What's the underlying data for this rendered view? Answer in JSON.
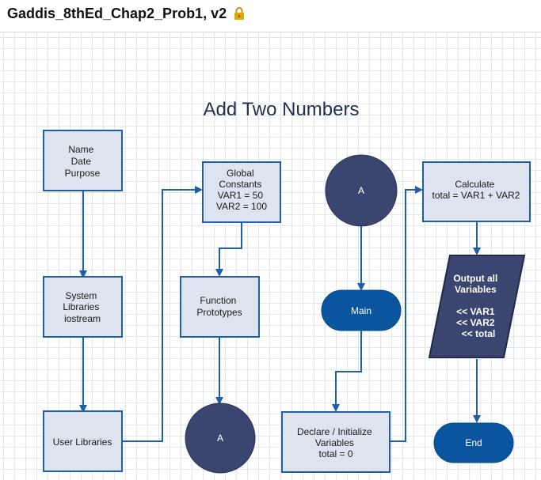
{
  "header": {
    "doc_title": "Gaddis_8thEd_Chap2_Prob1, v2",
    "lock_icon": "lock-icon"
  },
  "diagram": {
    "title": "Add Two Numbers",
    "nodes": {
      "header_block": {
        "lines": [
          "Name",
          "Date",
          "Purpose"
        ]
      },
      "system_libraries": {
        "lines": [
          "System",
          "Libraries",
          "iostream"
        ]
      },
      "user_libraries": {
        "lines": [
          "User Libraries"
        ]
      },
      "global_constants": {
        "lines": [
          "Global",
          "Constants",
          "VAR1 = 50",
          "VAR2 = 100"
        ]
      },
      "function_prototypes": {
        "lines": [
          "Function",
          "Prototypes"
        ]
      },
      "connector_bottom": {
        "lines": [
          "A"
        ]
      },
      "connector_top": {
        "lines": [
          "A"
        ]
      },
      "main_terminal": {
        "lines": [
          "Main"
        ]
      },
      "declare_block": {
        "lines": [
          "Declare / Initialize",
          "Variables",
          "total = 0"
        ]
      },
      "calculate_block": {
        "lines": [
          "Calculate",
          "total = VAR1 + VAR2"
        ]
      },
      "output_block": {
        "lines": [
          "Output all",
          "Variables",
          "",
          "<< VAR1",
          "<< VAR2",
          "<< total"
        ]
      },
      "end_terminal": {
        "lines": [
          "End"
        ]
      }
    }
  },
  "colors": {
    "process_fill": "#dde4f0",
    "process_stroke": "#1f5fa8",
    "connector_fill": "#3b4670",
    "terminal_fill": "#0b559e",
    "io_fill": "#3b4670",
    "arrow": "#1f5fa8",
    "grid": "#e2e6ef",
    "lock": "#e0a800"
  }
}
